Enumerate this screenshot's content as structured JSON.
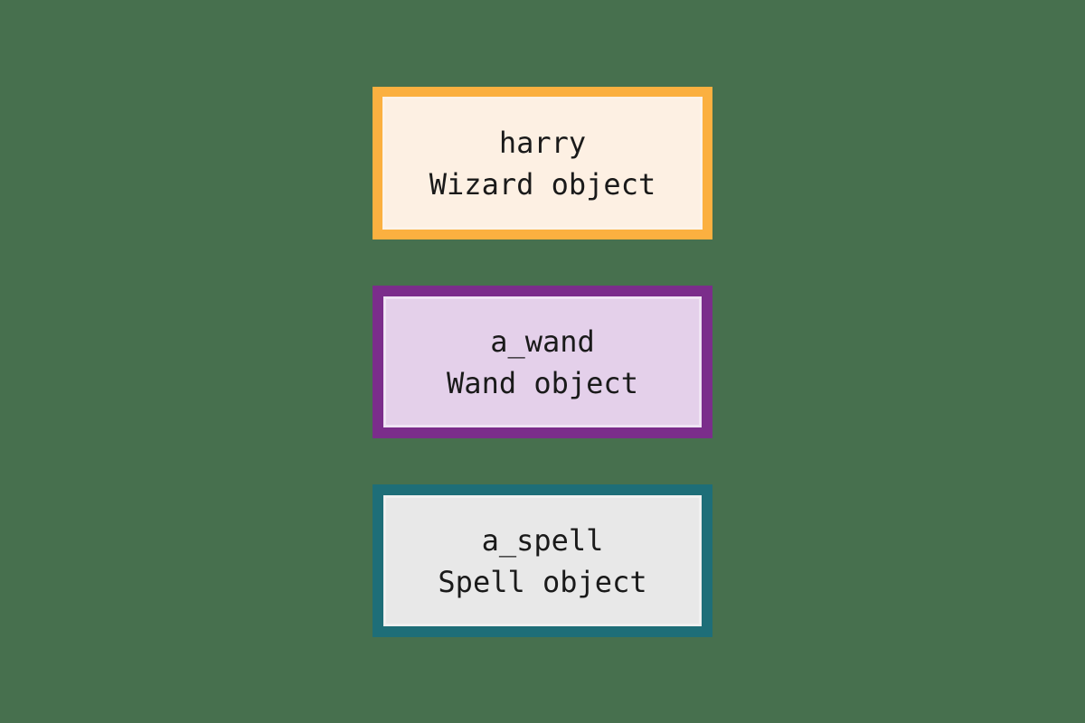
{
  "diagram": {
    "type": "object-diagram",
    "background_color": "#47704e",
    "boxes": [
      {
        "id": "harry",
        "name_label": "harry",
        "type_label": "Wizard object",
        "border_color": "#fbb040",
        "fill_color": "#fdf0e3",
        "inner_ring_color": "#fdf3e8",
        "text_color": "#1a1a1a"
      },
      {
        "id": "a_wand",
        "name_label": "a_wand",
        "type_label": "Wand object",
        "border_color": "#7b2d8b",
        "fill_color": "#e4d0ea",
        "inner_ring_color": "#efe4f3",
        "text_color": "#1a1a1a"
      },
      {
        "id": "a_spell",
        "name_label": "a_spell",
        "type_label": "Spell object",
        "border_color": "#1e6e78",
        "fill_color": "#e8e8e8",
        "inner_ring_color": "#f0f0f0",
        "text_color": "#1a1a1a"
      }
    ]
  }
}
